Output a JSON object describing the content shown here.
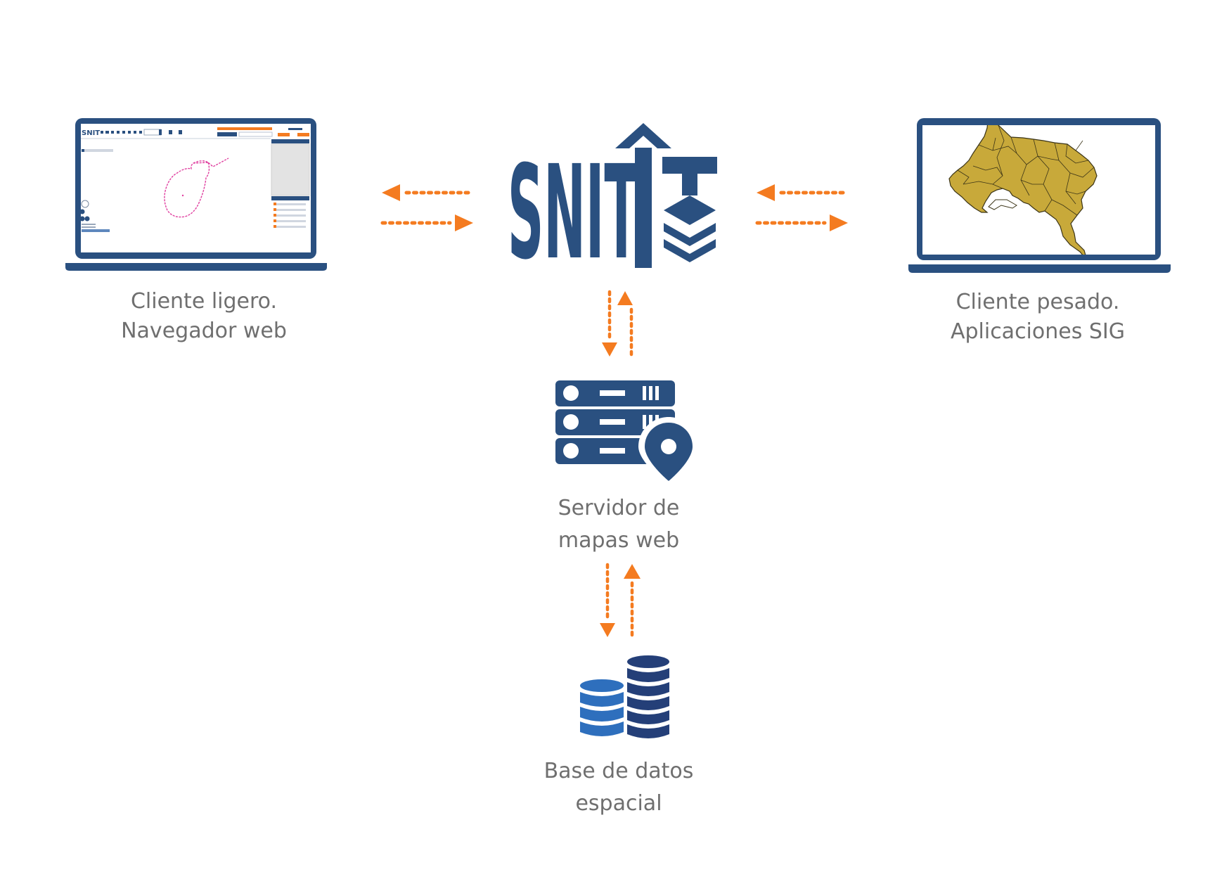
{
  "colors": {
    "navy": "#2a5080",
    "arrow": "#f47b20",
    "text": "#6f6f6f",
    "map_fill": "#c8a93a",
    "db_light": "#2e6fbd"
  },
  "nodes": {
    "snit_logo": {
      "text": "SNIT",
      "icon": "snit-logo-icon"
    },
    "thin_client": {
      "line1": "Cliente ligero.",
      "line2": "Navegador web",
      "icon": "laptop-browser-icon"
    },
    "thick_client": {
      "line1": "Cliente pesado.",
      "line2": "Aplicaciones SIG",
      "icon": "laptop-map-icon"
    },
    "map_server": {
      "line1": "Servidor de",
      "line2": "mapas web",
      "icon": "server-location-icon"
    },
    "spatial_db": {
      "line1": "Base de datos",
      "line2": "espacial",
      "icon": "database-icon"
    }
  },
  "connections": [
    {
      "from": "thin_client",
      "to": "snit_logo",
      "bidirectional": true
    },
    {
      "from": "snit_logo",
      "to": "thick_client",
      "bidirectional": true
    },
    {
      "from": "snit_logo",
      "to": "map_server",
      "bidirectional": true
    },
    {
      "from": "map_server",
      "to": "spatial_db",
      "bidirectional": true
    }
  ]
}
